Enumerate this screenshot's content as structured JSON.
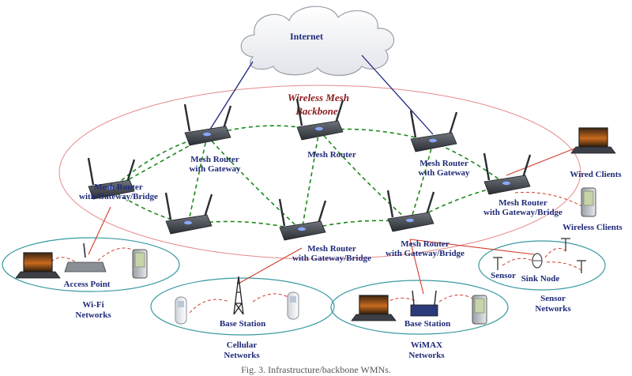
{
  "internet": {
    "label": "Internet"
  },
  "backbone": {
    "title_line1": "Wireless Mesh",
    "title_line2": "Backbone"
  },
  "routers": [
    {
      "id": "r1",
      "line1": "Mesh Router",
      "line2": "with Gateway"
    },
    {
      "id": "r2",
      "line1": "Mesh Router",
      "line2": ""
    },
    {
      "id": "r3",
      "line1": "Mesh Router",
      "line2": "with Gateway"
    },
    {
      "id": "r4",
      "line1": "Mesh Router",
      "line2": "with Gateway/Bridge"
    },
    {
      "id": "r5",
      "line1": "",
      "line2": ""
    },
    {
      "id": "r6",
      "line1": "Mesh Router",
      "line2": "with Gateway/Bridge"
    },
    {
      "id": "r7",
      "line1": "Mesh Router",
      "line2": "with Gateway/Bridge"
    },
    {
      "id": "r8",
      "line1": "Mesh Router",
      "line2": "with Gateway/Bridge"
    }
  ],
  "networks": [
    {
      "id": "wifi",
      "line1": "Wi-Fi",
      "line2": "Networks"
    },
    {
      "id": "cellular",
      "line1": "Cellular",
      "line2": "Networks"
    },
    {
      "id": "wimax",
      "line1": "WiMAX",
      "line2": "Networks"
    },
    {
      "id": "sensor",
      "line1": "Sensor",
      "line2": "Networks"
    }
  ],
  "devices": {
    "access_point": "Access Point",
    "base_station_cell": "Base Station",
    "base_station_wimax": "Base Station",
    "sensor": "Sensor",
    "sink_node": "Sink Node",
    "wired_clients": "Wired Clients",
    "wireless_clients": "Wireless Clients"
  },
  "caption": "Fig. 3. Infrastructure/backbone WMNs.",
  "colors": {
    "mesh_link": "#1a8a1a",
    "internet_link": "#1a237e",
    "wired_link": "#d23a2a",
    "wireless_link": "#d23a2a",
    "label": "#1f2a78",
    "backbone_ellipse": "#e58a8a",
    "network_ellipse": "#3a9aa0",
    "backbone_title": "#8b1a1a"
  }
}
